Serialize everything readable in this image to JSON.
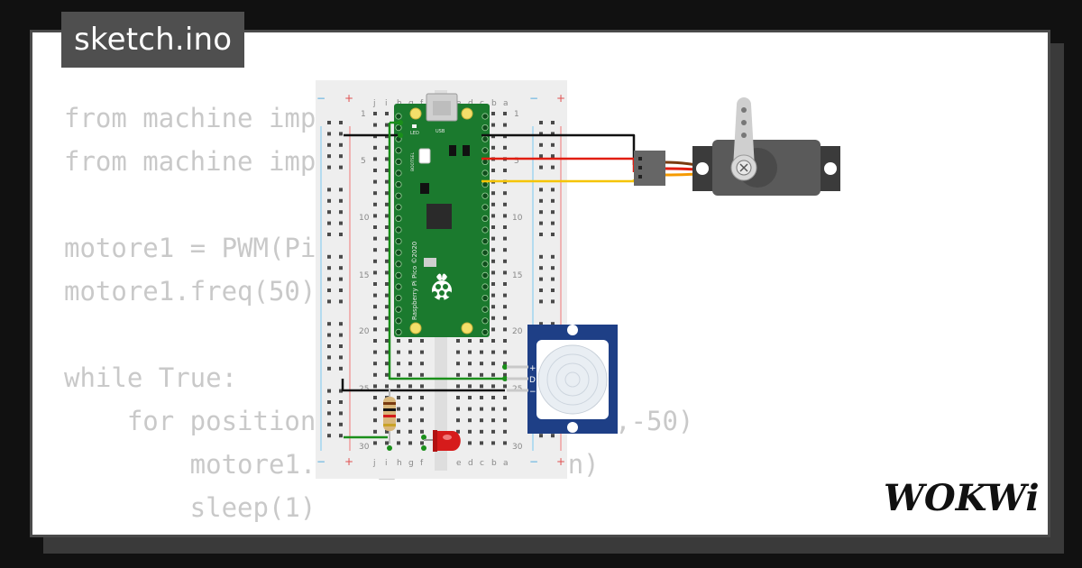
{
  "header": {
    "filename": "sketch.ino"
  },
  "code_lines": [
    "from machine import Pin, PWM",
    "from machine import Pin, PWM",
    "",
    "motore1 = PWM(Pin(15))",
    "motore1.freq(50)",
    "",
    "while True:",
    "    for position in range(8000,2000,-50)",
    "        motore1.duty_u16(position)",
    "        sleep(1)"
  ],
  "breadboard": {
    "row_numbers": [
      "1",
      "5",
      "10",
      "15",
      "20",
      "25",
      "30"
    ],
    "column_letters_left": [
      "j",
      "i",
      "h",
      "g",
      "f"
    ],
    "column_letters_right": [
      "e",
      "d",
      "c",
      "b",
      "a"
    ],
    "plus": "+",
    "minus": "−"
  },
  "pico": {
    "label": "Raspberry Pi Pico ©2020",
    "usb_label": "USB",
    "led_label": "LED",
    "bootsel_label": "BOOTSEL",
    "color": "#1b7a2e"
  },
  "pir": {
    "pin_labels": [
      "+",
      "D",
      "−"
    ]
  },
  "wire_colors": {
    "black": "#111111",
    "red": "#e11d10",
    "yellow": "#f5c400",
    "green": "#1a8f1a"
  },
  "brand": {
    "logo_text": "WOKWi"
  }
}
